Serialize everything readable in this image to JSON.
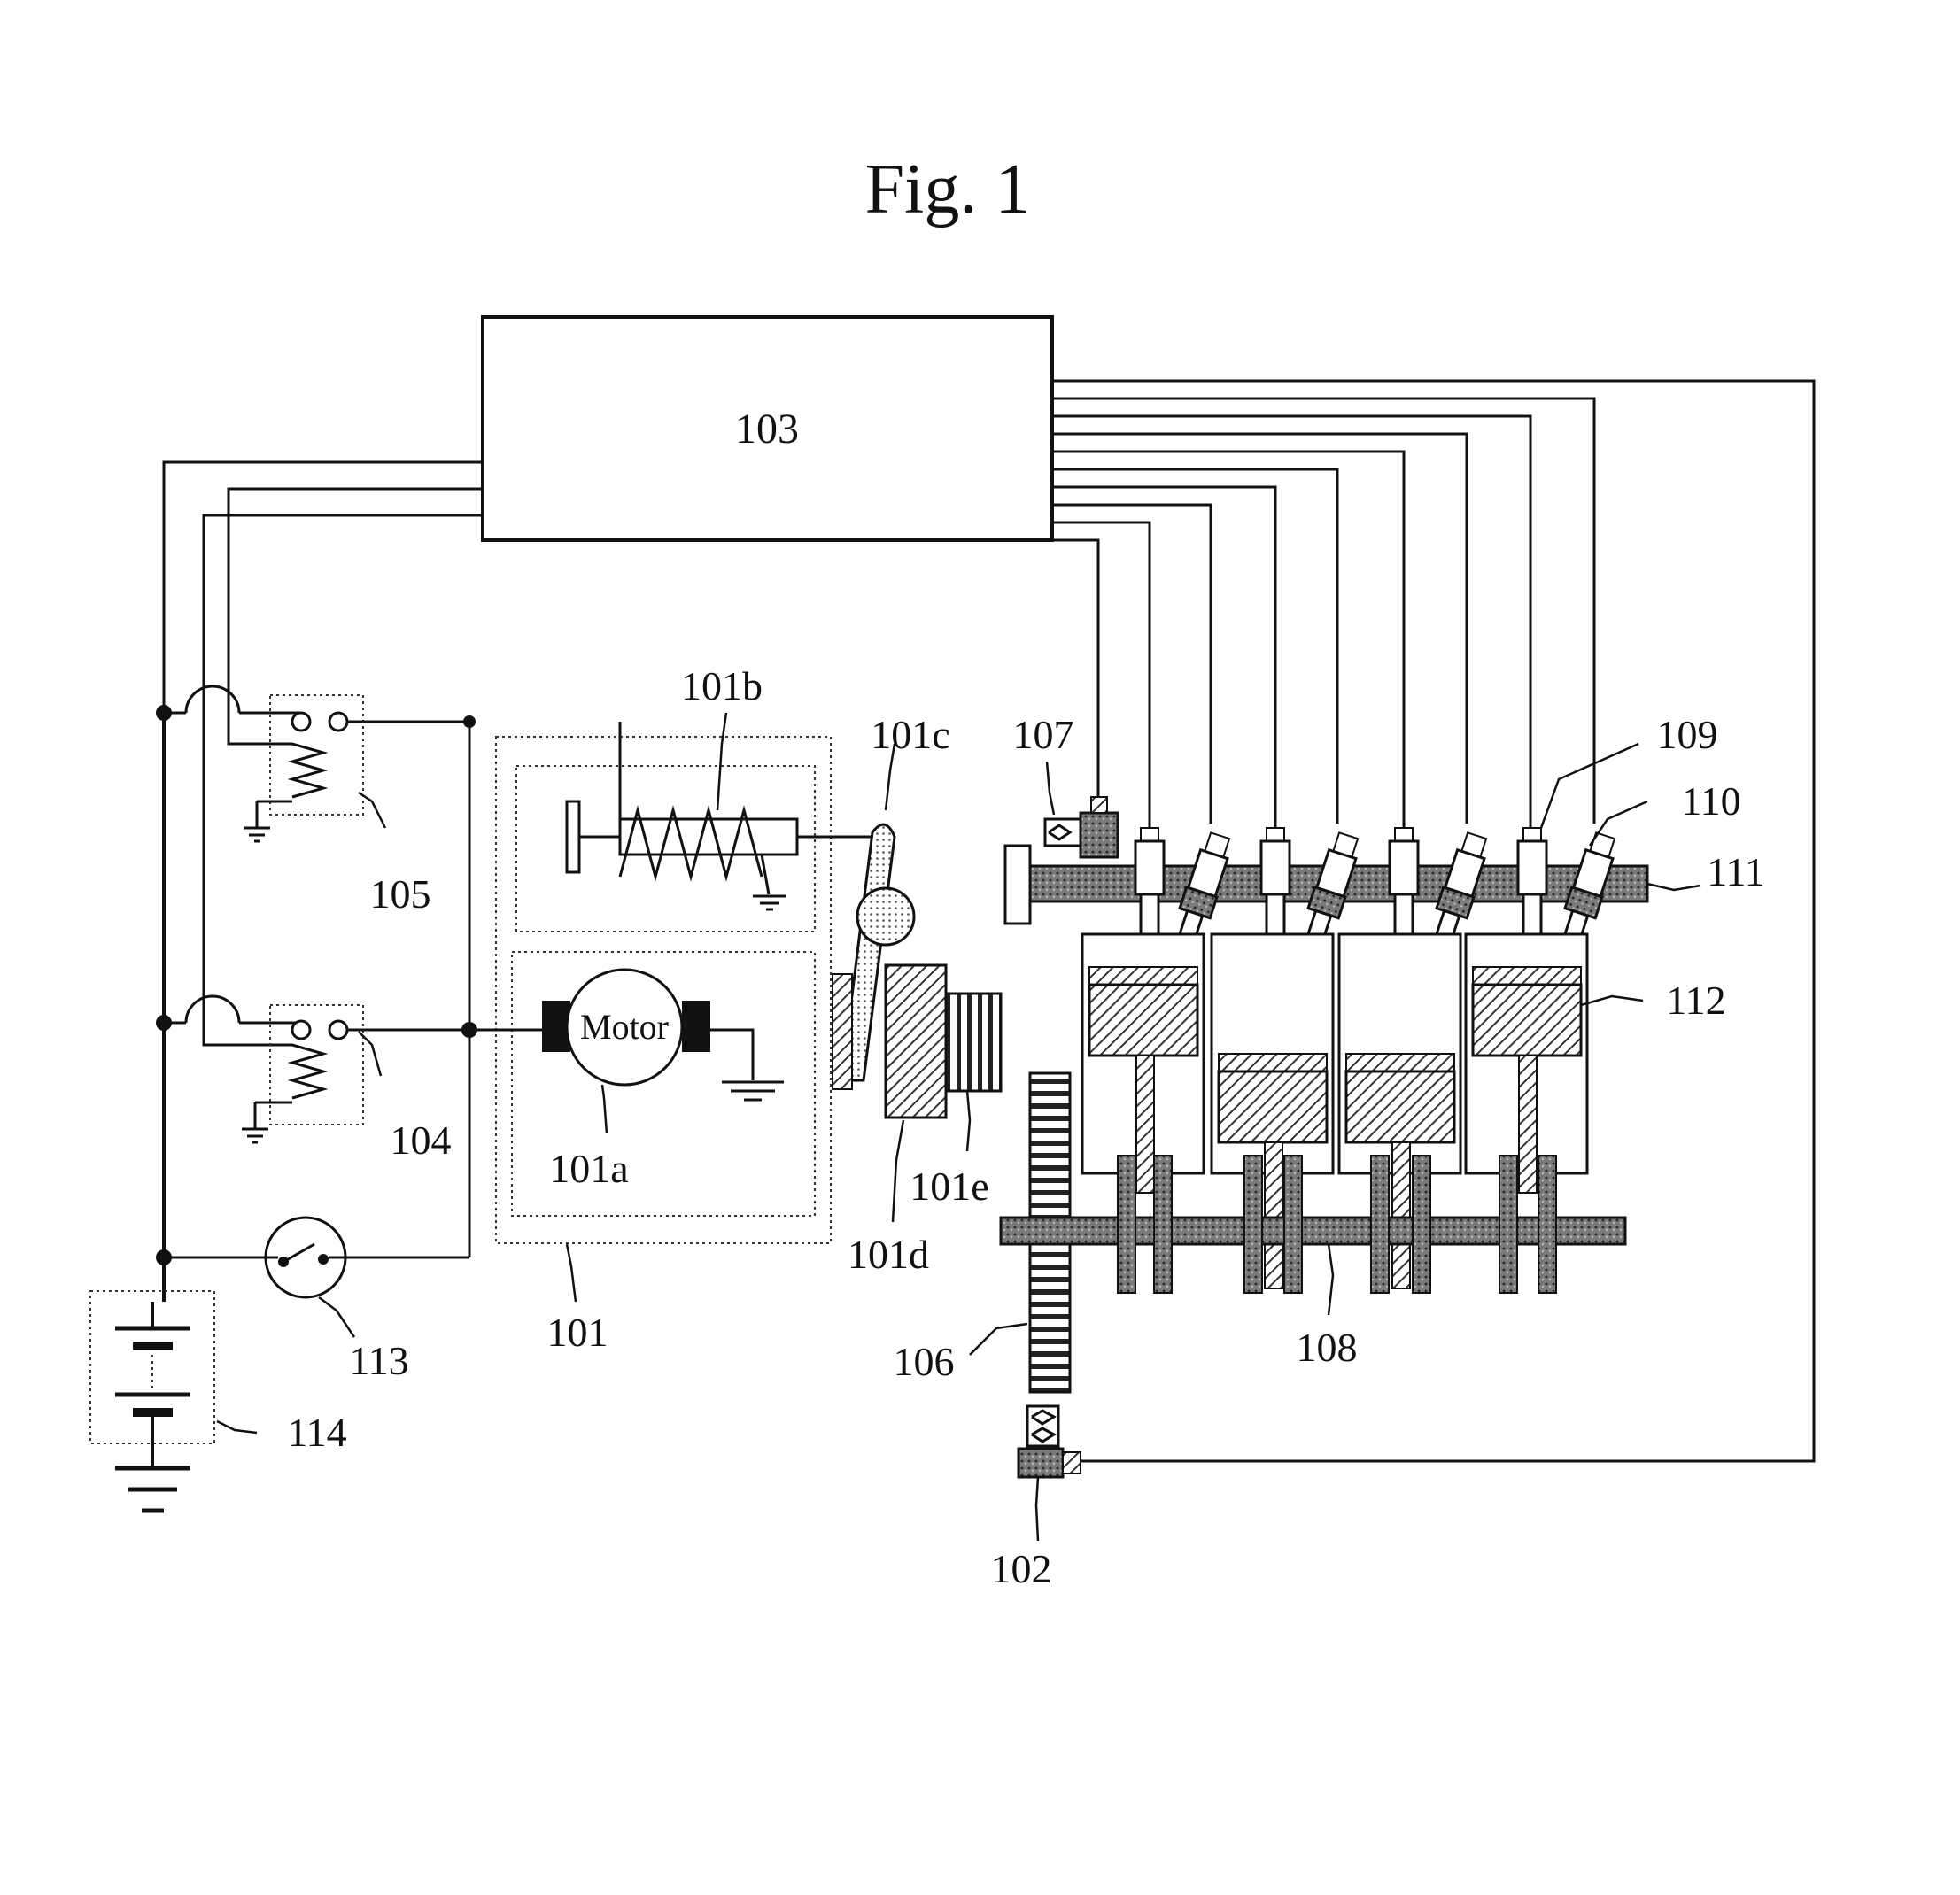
{
  "figure": {
    "title": "Fig. 1",
    "controller_label": "103",
    "motor_text": "Motor"
  },
  "labels": {
    "l101": "101",
    "l101a": "101a",
    "l101b": "101b",
    "l101c": "101c",
    "l101d": "101d",
    "l101e": "101e",
    "l102": "102",
    "l104": "104",
    "l105": "105",
    "l106": "106",
    "l107": "107",
    "l108": "108",
    "l109": "109",
    "l110": "110",
    "l111": "111",
    "l112": "112",
    "l113": "113",
    "l114": "114"
  },
  "colors": {
    "ink": "#111111",
    "shaft_fill": "#8a8a8a",
    "hatch_fill": "#9a9a9a"
  }
}
